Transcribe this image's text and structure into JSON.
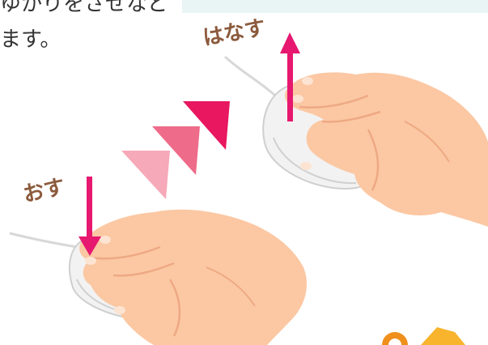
{
  "top_text": {
    "line1": "ゆかりをさせなど",
    "line2": "ます。"
  },
  "labels": {
    "release": "はなす",
    "press": "おす"
  },
  "colors": {
    "arrow": "#e6186f",
    "arrowhead_light": "#f6a9b8",
    "arrowhead_mid": "#ee6b8a",
    "arrowhead_dark": "#e8175f",
    "skin": "#fbc8a3",
    "mouse": "#f0f0f0",
    "label": "#8b5a3c"
  }
}
